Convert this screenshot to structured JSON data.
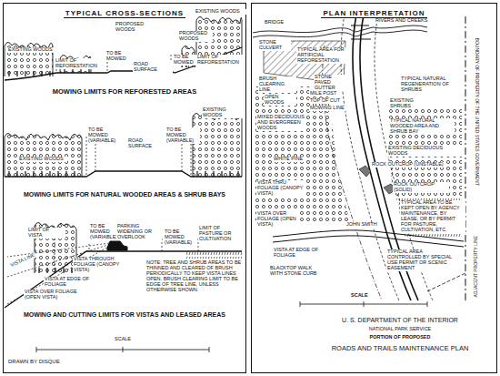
{
  "diagram": {
    "nodes": [
      {
        "text": [
          "TYPICAL CROSS-SECTIONS"
        ]
      },
      {
        "text": [
          "PLAN INTERPRETATION"
        ]
      }
    ],
    "labels": [
      "PROPOSED WOODS",
      "EXISTING WOODS",
      "PROPOSED WOODS",
      "EXISTING WOODS",
      "LIMIT OF REFORESTATION",
      "TO BE MOWED",
      "ROAD SURFACE",
      "TO BE MOWED",
      "LIMIT OF REFORESTATION",
      "MOWING LIMITS FOR REFORESTED AREAS",
      "TO BE MOWED (VARIABLE)",
      "ROAD SURFACE",
      "TO BE MOWED (VARIABLE)",
      "EXISTING WOODS",
      "EXISTING WOODS",
      "MOWING LIMITS FOR NATURAL WOODED AREAS & SHRUB BAYS",
      "LIMIT OF VISTA",
      "TO BE MOWED (VARIABLE)",
      "PARKING WIDENING OR OVERLOOK",
      "TO BE MOWED (VARIABLE)",
      "LIMIT OF PASTURE OR CULTIVATION",
      "VISTA LINE",
      "VISTA THROUGH FOLIAGE (CANOPY VISTA)",
      "VISTA AT EDGE OF FOLIAGE",
      "VISTA OVER FOLIAGE (OPEN VISTA)",
      "NOTE: TREE AND SHRUB AREAS TO BE THINNED AND CLEARED OF BRUSH PERIODICALLY TO KEEP VISTA LINES OPEN. BRUSH CLEARING LIMIT TO BE EDGE OF TREE LINE, UNLESS OTHERWISE SHOWN.",
      "MOWING AND CUTTING LIMITS FOR VISTAS AND LEASED AREAS",
      "SCALE",
      "DRAWN BY DISQUE",
      "BRIDGE",
      "RIVERS AND CREEKS",
      "STONE CULVERT",
      "TYPICAL AREA FOR ARTIFICIAL REFORESTATION",
      "BOUNDARY OF PROPERTY OF THE UNITED STATES GOVERNMENT",
      "BRUSH CLEARING LINE",
      "STONE PAVED GUTTER",
      "TYPICAL NATURAL REGENERATION OF SHRUBS",
      "OPEN WOODS",
      "MILE POST",
      "TOP OF CUT",
      "MOWING LINE",
      "EXISTING SHRUBS",
      "MIXED DECIDUOUS AND EVERGREEN WOODS",
      "TYPICAL NATURAL WOODED AREA AND SHRUB BAY",
      "EXISTING DECIDUOUS WOODS",
      "WHITE PINE",
      "ROCK OUTCROP (UNSTABLE)",
      "VISTA THRU FOLIAGE (CANOPY VISTA)",
      "ROCK OUTCROP (SOLID)",
      "TYPICAL AREA TO BE KEPT OPEN BY AGENCY MAINTENANCE, BY LEASE, OR BY PERMIT FOR PASTURE, CULTIVATION, ETC.",
      "VISTA OVER FOLIAGE (OPEN VISTA)",
      "VISTA AT EDGE OF FOLIAGE",
      "JOHN SMITH",
      "TYPICAL AREA CONTROLLED BY SPECIAL USE PERMIT OR SCENIC EASEMENT",
      "ADJACENT PROPERTY LINE",
      "BLACKTOP WALK WITH STONE CURB",
      "SCALE",
      "U. S. DEPARTMENT OF THE INTERIOR",
      "NATIONAL PARK SERVICE",
      "PORTION OF PROPOSED",
      "ROADS AND TRAILS MAINTENANCE PLAN"
    ]
  }
}
